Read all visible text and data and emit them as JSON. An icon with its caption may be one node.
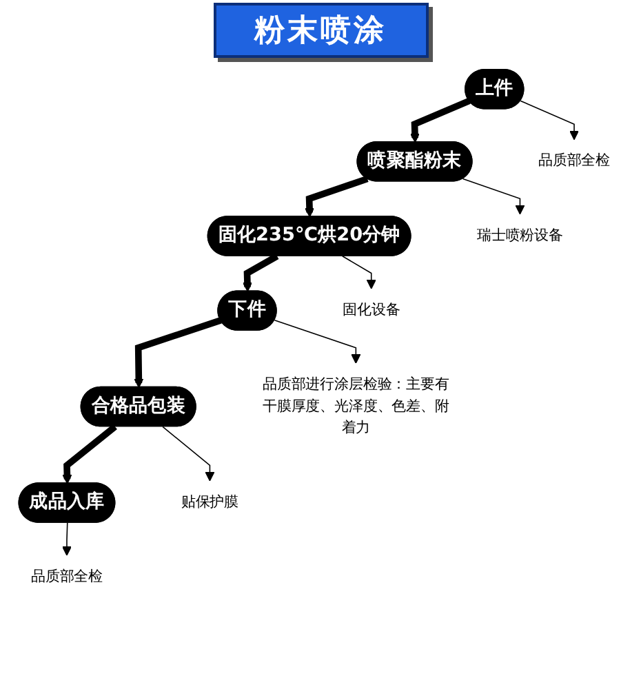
{
  "diagram": {
    "title": "粉末喷涂",
    "nodes": [
      {
        "text": [
          "上件"
        ]
      },
      {
        "text": [
          "品质部全检"
        ]
      },
      {
        "text": [
          "喷聚酯粉末"
        ]
      },
      {
        "text": [
          "瑞士喷粉设备"
        ]
      },
      {
        "text": [
          "固化235℃烘20分钟"
        ]
      },
      {
        "text": [
          "固化设备"
        ]
      },
      {
        "text": [
          "下件"
        ]
      },
      {
        "text": [
          "品质部进行涂层检验：主要有干膜厚度、光泽度、色差、附着力"
        ]
      },
      {
        "text": [
          "合格品包装"
        ]
      },
      {
        "text": [
          "贴保护膜"
        ]
      },
      {
        "text": [
          "成品入库"
        ]
      },
      {
        "text": [
          "品质部全检"
        ]
      }
    ],
    "edges": [
      {
        "from": 0,
        "to": 2,
        "arrow": "to",
        "style": "thick"
      },
      {
        "from": 2,
        "to": 4,
        "arrow": "to",
        "style": "thick"
      },
      {
        "from": 4,
        "to": 6,
        "arrow": "to",
        "style": "thick"
      },
      {
        "from": 6,
        "to": 8,
        "arrow": "to",
        "style": "thick"
      },
      {
        "from": 8,
        "to": 10,
        "arrow": "to",
        "style": "thick"
      },
      {
        "from": 0,
        "to": 1,
        "arrow": "to"
      },
      {
        "from": 2,
        "to": 3,
        "arrow": "to"
      },
      {
        "from": 4,
        "to": 5,
        "arrow": "to"
      },
      {
        "from": 6,
        "to": 7,
        "arrow": "to"
      },
      {
        "from": 8,
        "to": 9,
        "arrow": "to"
      },
      {
        "from": 10,
        "to": 11,
        "arrow": "to"
      }
    ]
  }
}
